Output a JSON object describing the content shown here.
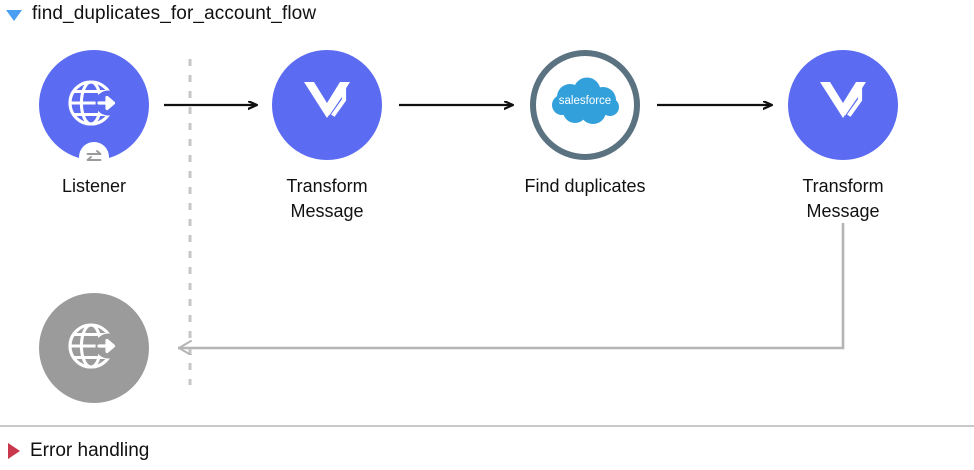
{
  "flow": {
    "title": "find_duplicates_for_account_flow",
    "toggle_icon": "triangle-down-icon",
    "expanded": true,
    "accent_color": "#4a9ff2"
  },
  "nodes": [
    {
      "id": "listener",
      "label": "Listener",
      "icon": "globe-arrow-icon",
      "badge_icon": "exchange-arrows-icon",
      "shape": "filled-circle",
      "color": "#5c6cf2",
      "state": "active"
    },
    {
      "id": "transform-message-1",
      "label": "Transform\nMessage",
      "icon": "dataweave-transform-icon",
      "shape": "filled-circle",
      "color": "#5c6cf2",
      "state": "active"
    },
    {
      "id": "find-duplicates",
      "label": "Find duplicates",
      "icon": "salesforce-cloud-icon",
      "icon_text": "salesforce",
      "shape": "ring-circle",
      "color": "#5b7281",
      "icon_color": "#32a0da",
      "state": "active"
    },
    {
      "id": "transform-message-2",
      "label": "Transform\nMessage",
      "icon": "dataweave-transform-icon",
      "shape": "filled-circle",
      "color": "#5c6cf2",
      "state": "active"
    },
    {
      "id": "listener-response",
      "label": "",
      "icon": "globe-arrow-icon",
      "shape": "filled-circle",
      "color": "#9b9b9b",
      "state": "inactive"
    }
  ],
  "connectors": {
    "forward_color": "#111111",
    "return_color": "#b5b5b5",
    "source_boundary_color": "#c6c6c6"
  },
  "error_section": {
    "label": "Error handling",
    "toggle_icon": "triangle-right-icon",
    "expanded": false,
    "accent_color": "#c8374b"
  }
}
